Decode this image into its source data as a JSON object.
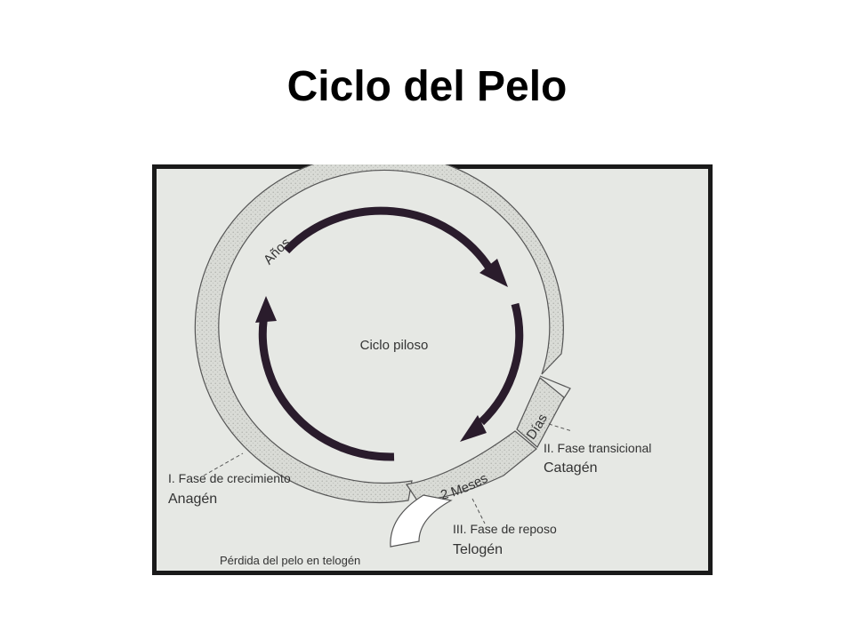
{
  "title": "Ciclo del Pelo",
  "diagram": {
    "center_label": "Ciclo piloso",
    "band_labels": {
      "years": "Años",
      "days": "Días",
      "months": "2 Meses"
    },
    "phases": [
      {
        "number_label": "I. Fase de crecimiento",
        "name": "Anagén"
      },
      {
        "number_label": "II. Fase transicional",
        "name": "Catagén"
      },
      {
        "number_label": "III. Fase de reposo",
        "name": "Telogén"
      }
    ],
    "footer_label": "Pérdida del pelo en telogén"
  },
  "colors": {
    "panel_background": "#e6e8e4",
    "panel_border": "#1a1a1a",
    "arrow": "#2a1c2c",
    "band_fill": "#d9dbd6",
    "band_stroke": "#555555",
    "text": "#333333"
  }
}
